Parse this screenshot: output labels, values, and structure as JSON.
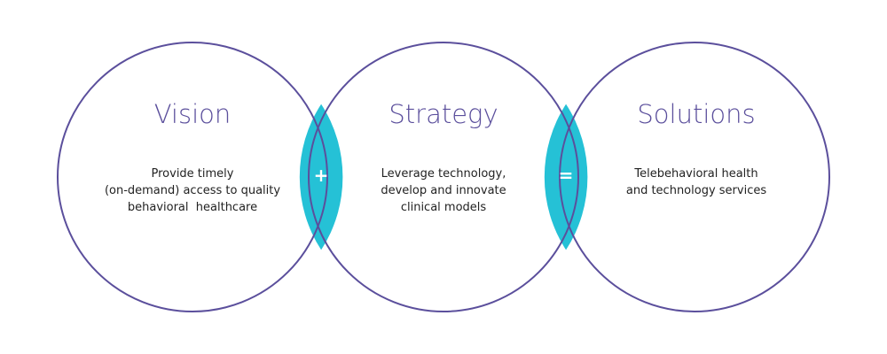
{
  "colors": {
    "circle_stroke": "#5b4f9c",
    "overlap_fill": "#25c1d6",
    "title_text": "#5b4f9c",
    "body_text": "#222222"
  },
  "circles": [
    {
      "title": "Vision",
      "lines": [
        "Provide timely",
        "(on-demand) access to quality",
        "behavioral  healthcare"
      ]
    },
    {
      "title": "Strategy",
      "lines": [
        "Leverage technology,",
        "develop and innovate",
        "clinical models"
      ]
    },
    {
      "title": "Solutions",
      "lines": [
        "Telebehavioral health",
        "and technology services"
      ]
    }
  ],
  "operators": [
    "+",
    "="
  ]
}
